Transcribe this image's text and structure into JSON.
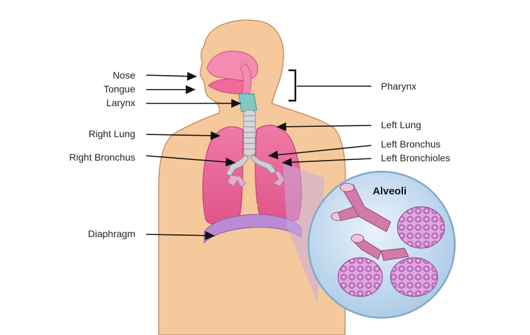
{
  "labels": {
    "nose": "Nose",
    "tongue": "Tongue",
    "larynx": "Larynx",
    "right_lung": "Right Lung",
    "right_bronchus": "Right Bronchus",
    "diaphragm": "Diaphragm",
    "pharynx": "Pharynx",
    "left_lung": "Left Lung",
    "left_bronchus": "Left Bronchus",
    "left_bronchioles": "Left Bronchioles",
    "alveoli": "Alveoli"
  },
  "colors": {
    "skin": "#f6c99c",
    "skin_outline": "#c9956a",
    "lung": "#ec6f9d",
    "lung_light": "#f5a7c3",
    "airway": "#f48bb0",
    "trachea": "#cfcfd4",
    "larynx": "#7fc8c4",
    "diaphragm": "#b98bd4",
    "magnifier_bg": "#cfe3f4",
    "magnifier_edge": "#7fa9cc",
    "alveoli": "#d995d8"
  }
}
